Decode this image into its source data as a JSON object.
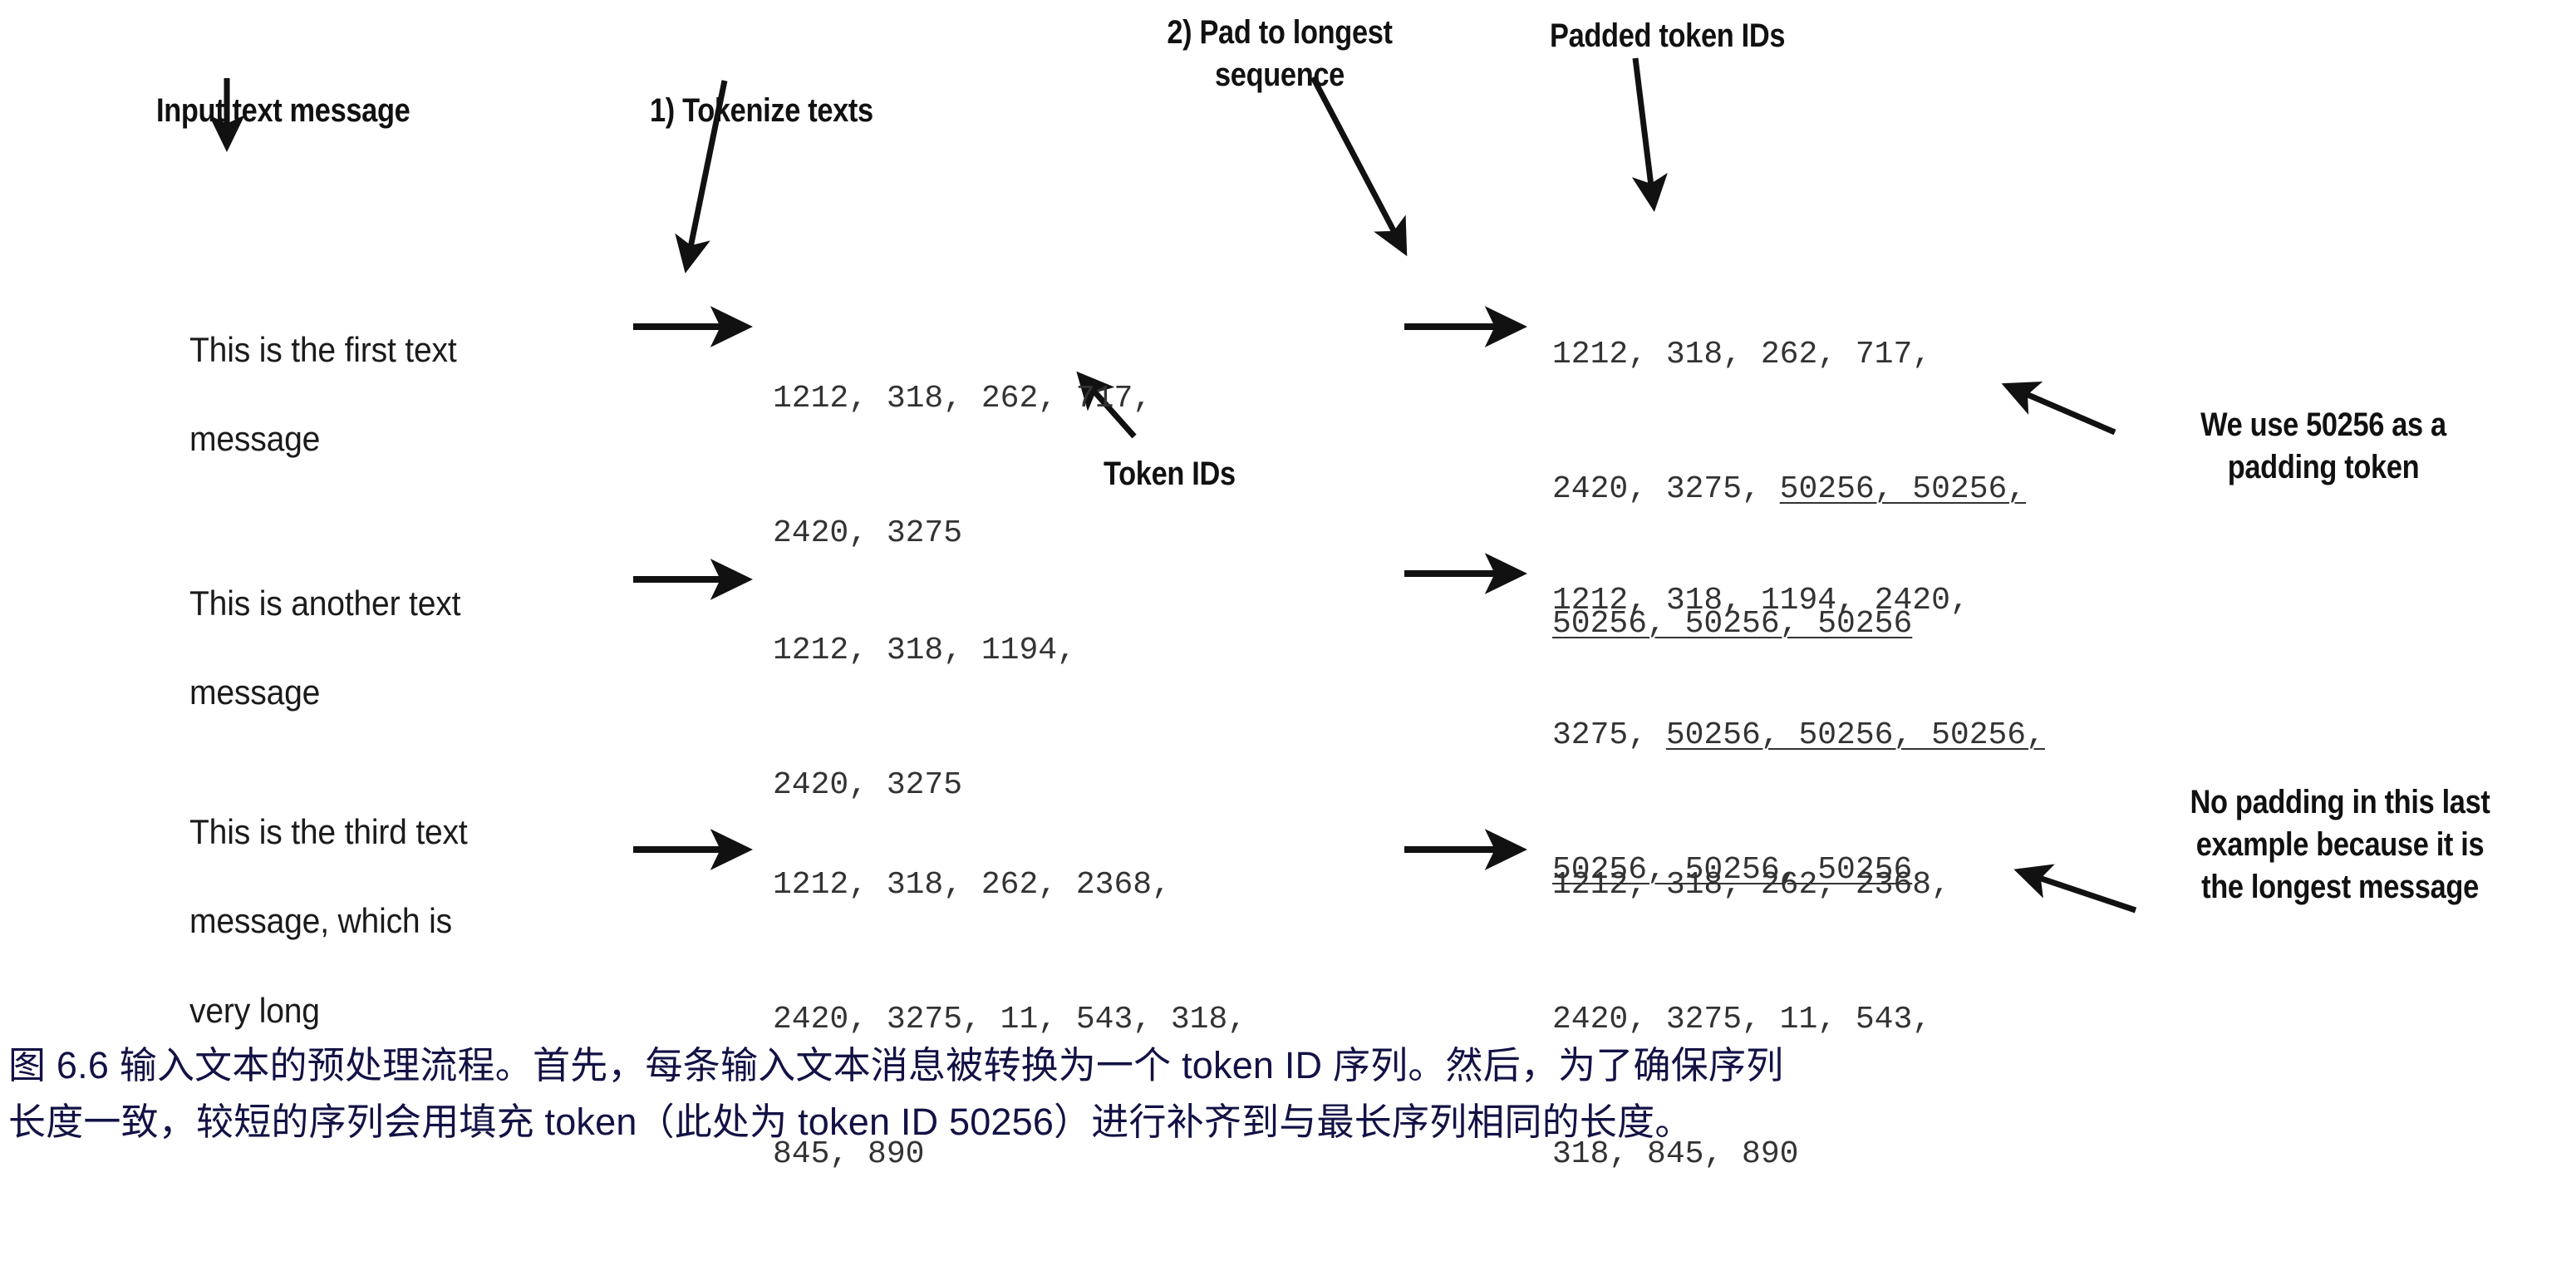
{
  "figure": {
    "labels": {
      "input_text_message": "Input text message",
      "tokenize_step": "1) Tokenize texts",
      "pad_step_line1": "2) Pad to longest",
      "pad_step_line2": "sequence",
      "padded_token_ids": "Padded token IDs",
      "token_ids": "Token IDs",
      "padding_note_line1": "We use 50256 as a",
      "padding_note_line2": "padding token",
      "no_padding_note_line1": "No padding in this last",
      "no_padding_note_line2": "example because it is",
      "no_padding_note_line3": "the longest message"
    },
    "rows": [
      {
        "message_line1": "This is the first text",
        "message_line2": "message",
        "token_ids_lines": [
          "1212, 318, 262, 717,",
          "2420, 3275"
        ],
        "padded_lines": [
          {
            "plain": "1212, 318, 262, 717,",
            "padded": ""
          },
          {
            "plain": "2420, 3275, ",
            "padded": "50256, 50256,"
          },
          {
            "plain": "",
            "padded": "50256, 50256, 50256"
          }
        ]
      },
      {
        "message_line1": "This is another text",
        "message_line2": "message",
        "token_ids_lines": [
          "1212, 318, 1194,",
          "2420, 3275"
        ],
        "padded_lines": [
          {
            "plain": "1212, 318, 1194, 2420,",
            "padded": ""
          },
          {
            "plain": "3275, ",
            "padded": "50256, 50256, 50256,"
          },
          {
            "plain": "",
            "padded": "50256, 50256, 50256"
          }
        ]
      },
      {
        "message_line1": "This is the third text",
        "message_line2": "message, which is",
        "message_line3": "very long",
        "token_ids_lines": [
          "1212, 318, 262, 2368,",
          "2420, 3275, 11, 543, 318,",
          "845, 890"
        ],
        "padded_lines": [
          {
            "plain": "1212, 318, 262, 2368,",
            "padded": ""
          },
          {
            "plain": "2420, 3275, 11, 543,",
            "padded": ""
          },
          {
            "plain": "318, 845, 890",
            "padded": ""
          }
        ]
      }
    ],
    "padding_token_id": "50256",
    "colors": {
      "text": "#1b1b1b",
      "token_text": "#333333",
      "annotation": "#111111",
      "caption": "#121245",
      "arrow": "#111111",
      "background": "#ffffff"
    }
  },
  "caption": {
    "line1": "图 6.6 输入文本的预处理流程。首先，每条输入文本消息被转换为一个 token ID 序列。然后，为了确保序列",
    "line2": "长度一致，较短的序列会用填充 token（此处为 token ID 50256）进行补齐到与最长序列相同的长度。"
  }
}
